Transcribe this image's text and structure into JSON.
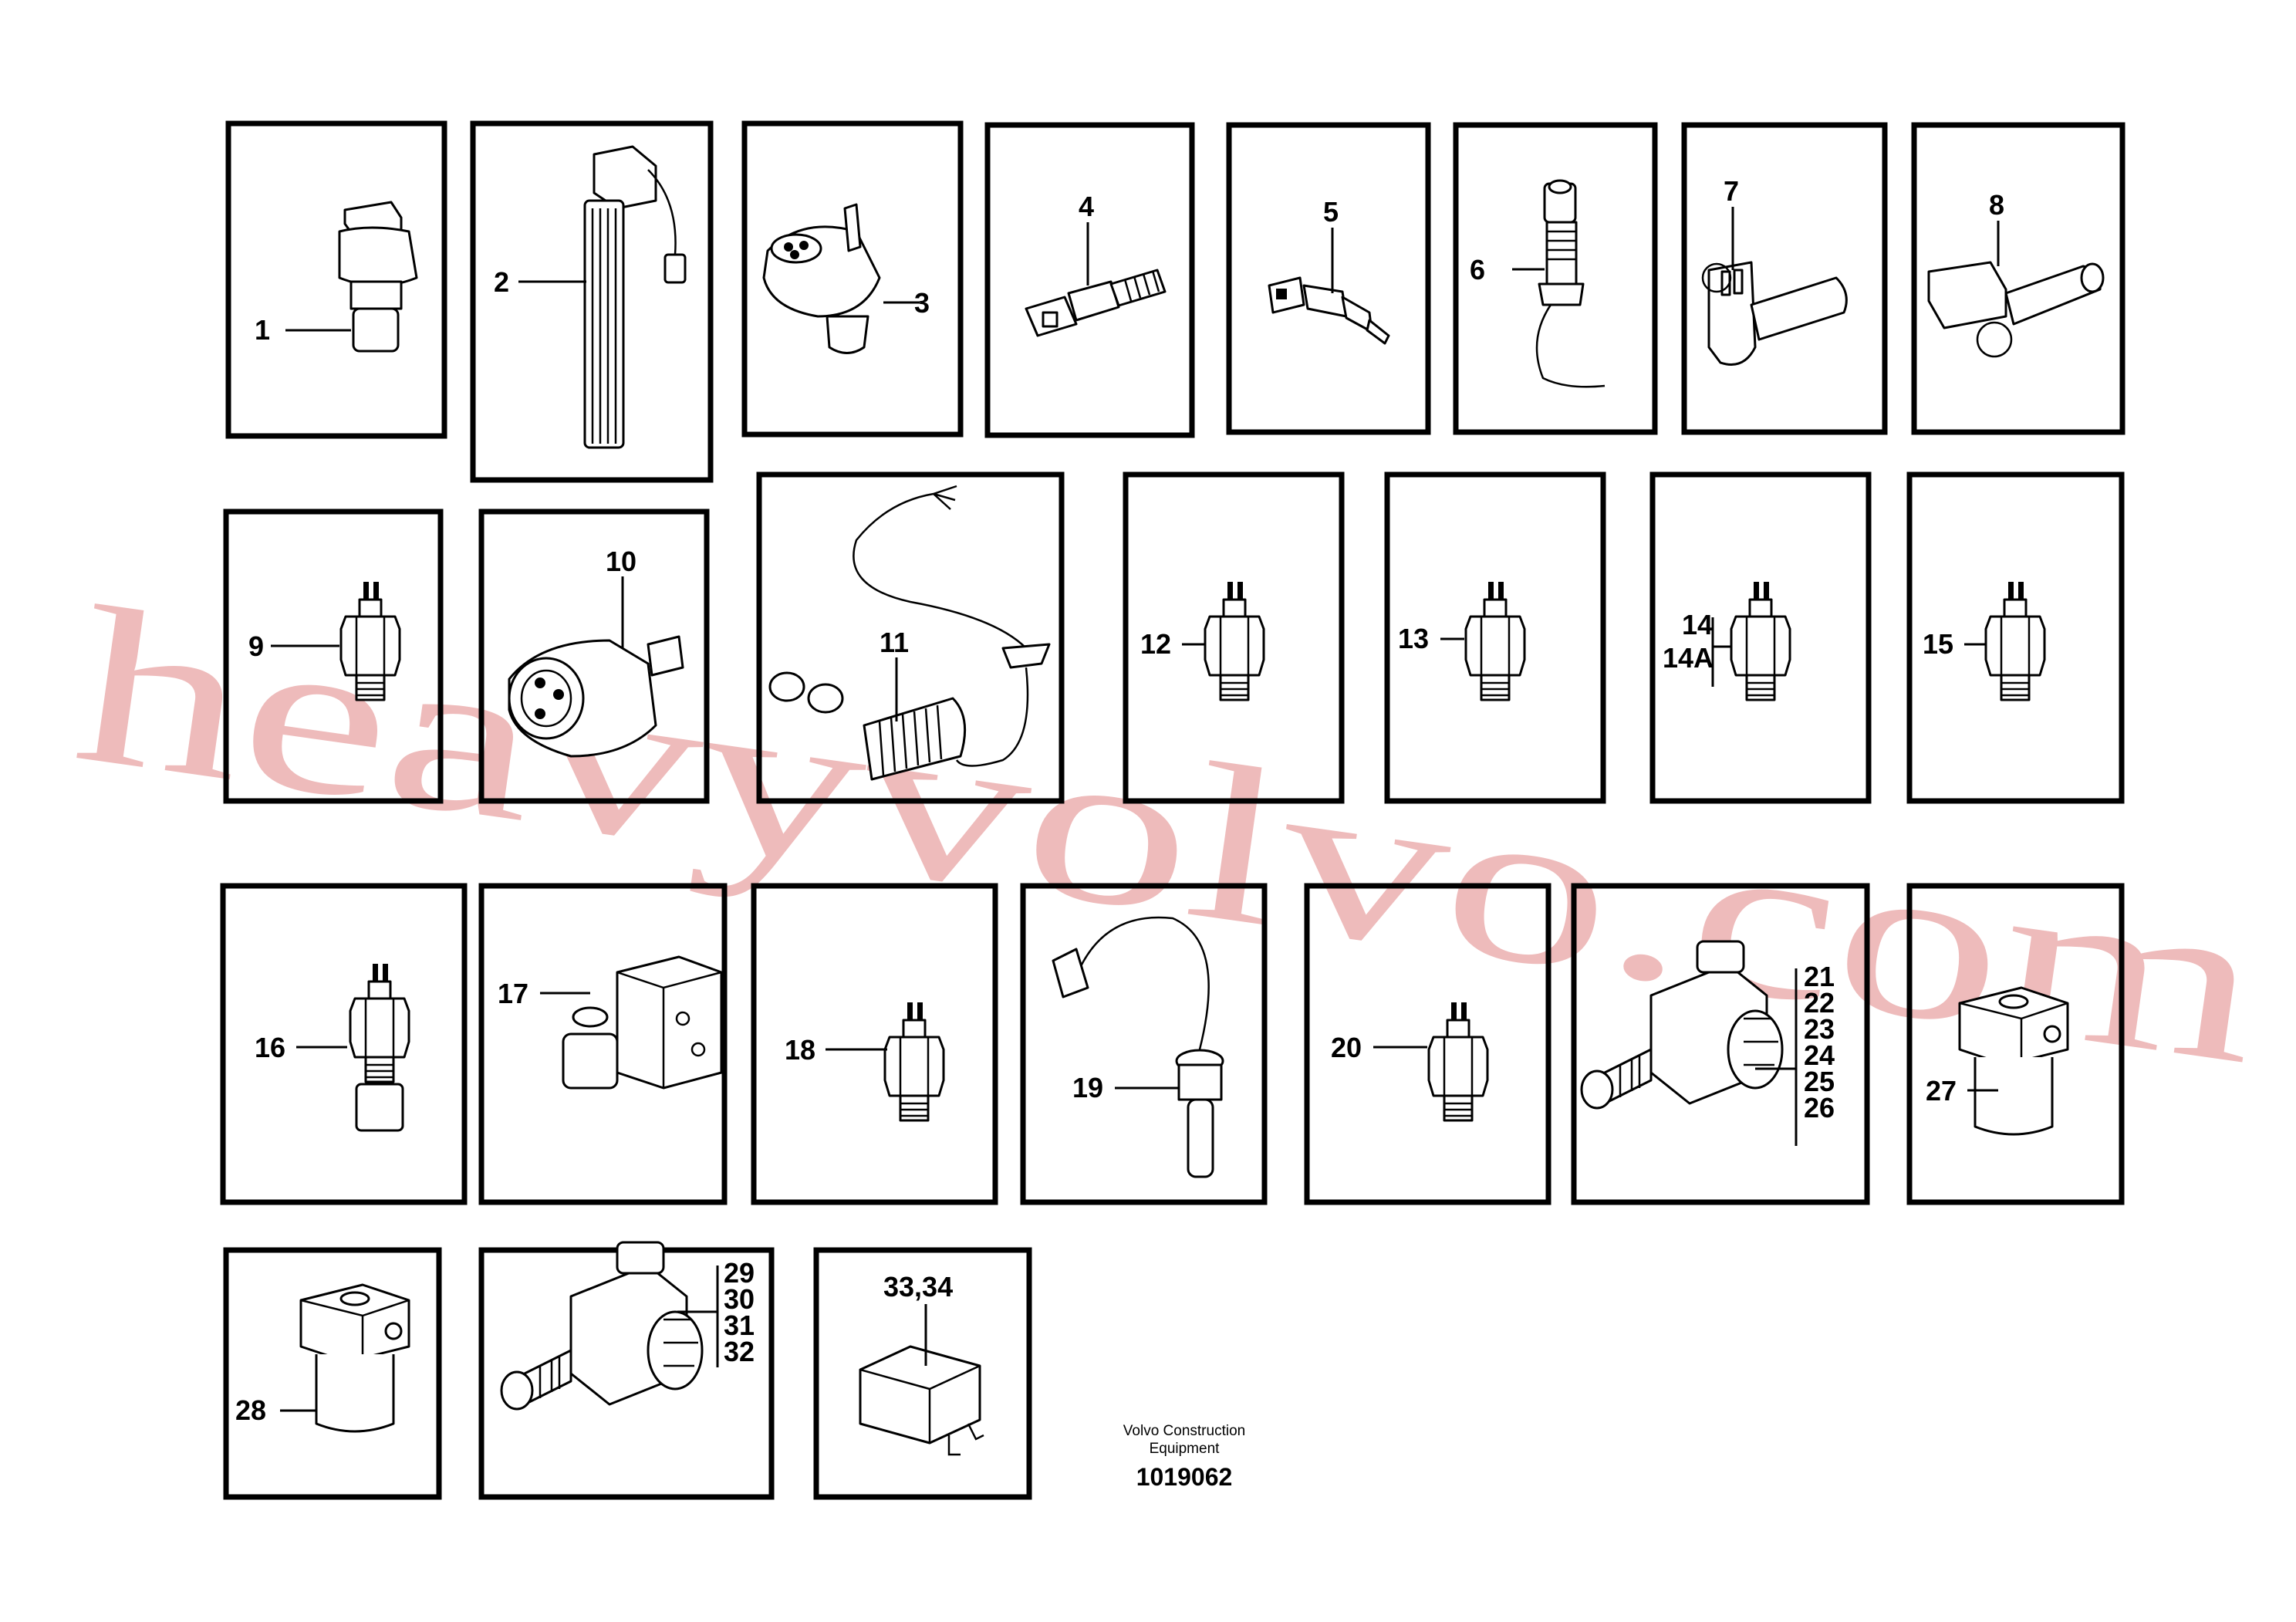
{
  "labels": {
    "p1": "1",
    "p2": "2",
    "p3": "3",
    "p4": "4",
    "p5": "5",
    "p6": "6",
    "p7": "7",
    "p8": "8",
    "p9": "9",
    "p10": "10",
    "p11": "11",
    "p12": "12",
    "p13": "13",
    "p14": "14",
    "p14a": "14A",
    "p15": "15",
    "p16": "16",
    "p17": "17",
    "p18": "18",
    "p19": "19",
    "p20": "20",
    "p21": "21",
    "p22": "22",
    "p23": "23",
    "p24": "24",
    "p25": "25",
    "p26": "26",
    "p27": "27",
    "p28": "28",
    "p29": "29",
    "p30": "30",
    "p31": "31",
    "p32": "32",
    "p33": "33,34"
  },
  "credit": {
    "line1": "Volvo Construction",
    "line2": "Equipment",
    "number": "1019062"
  },
  "watermark": {
    "text": "heavyvolvo.com",
    "color": "#e9a5a5"
  }
}
